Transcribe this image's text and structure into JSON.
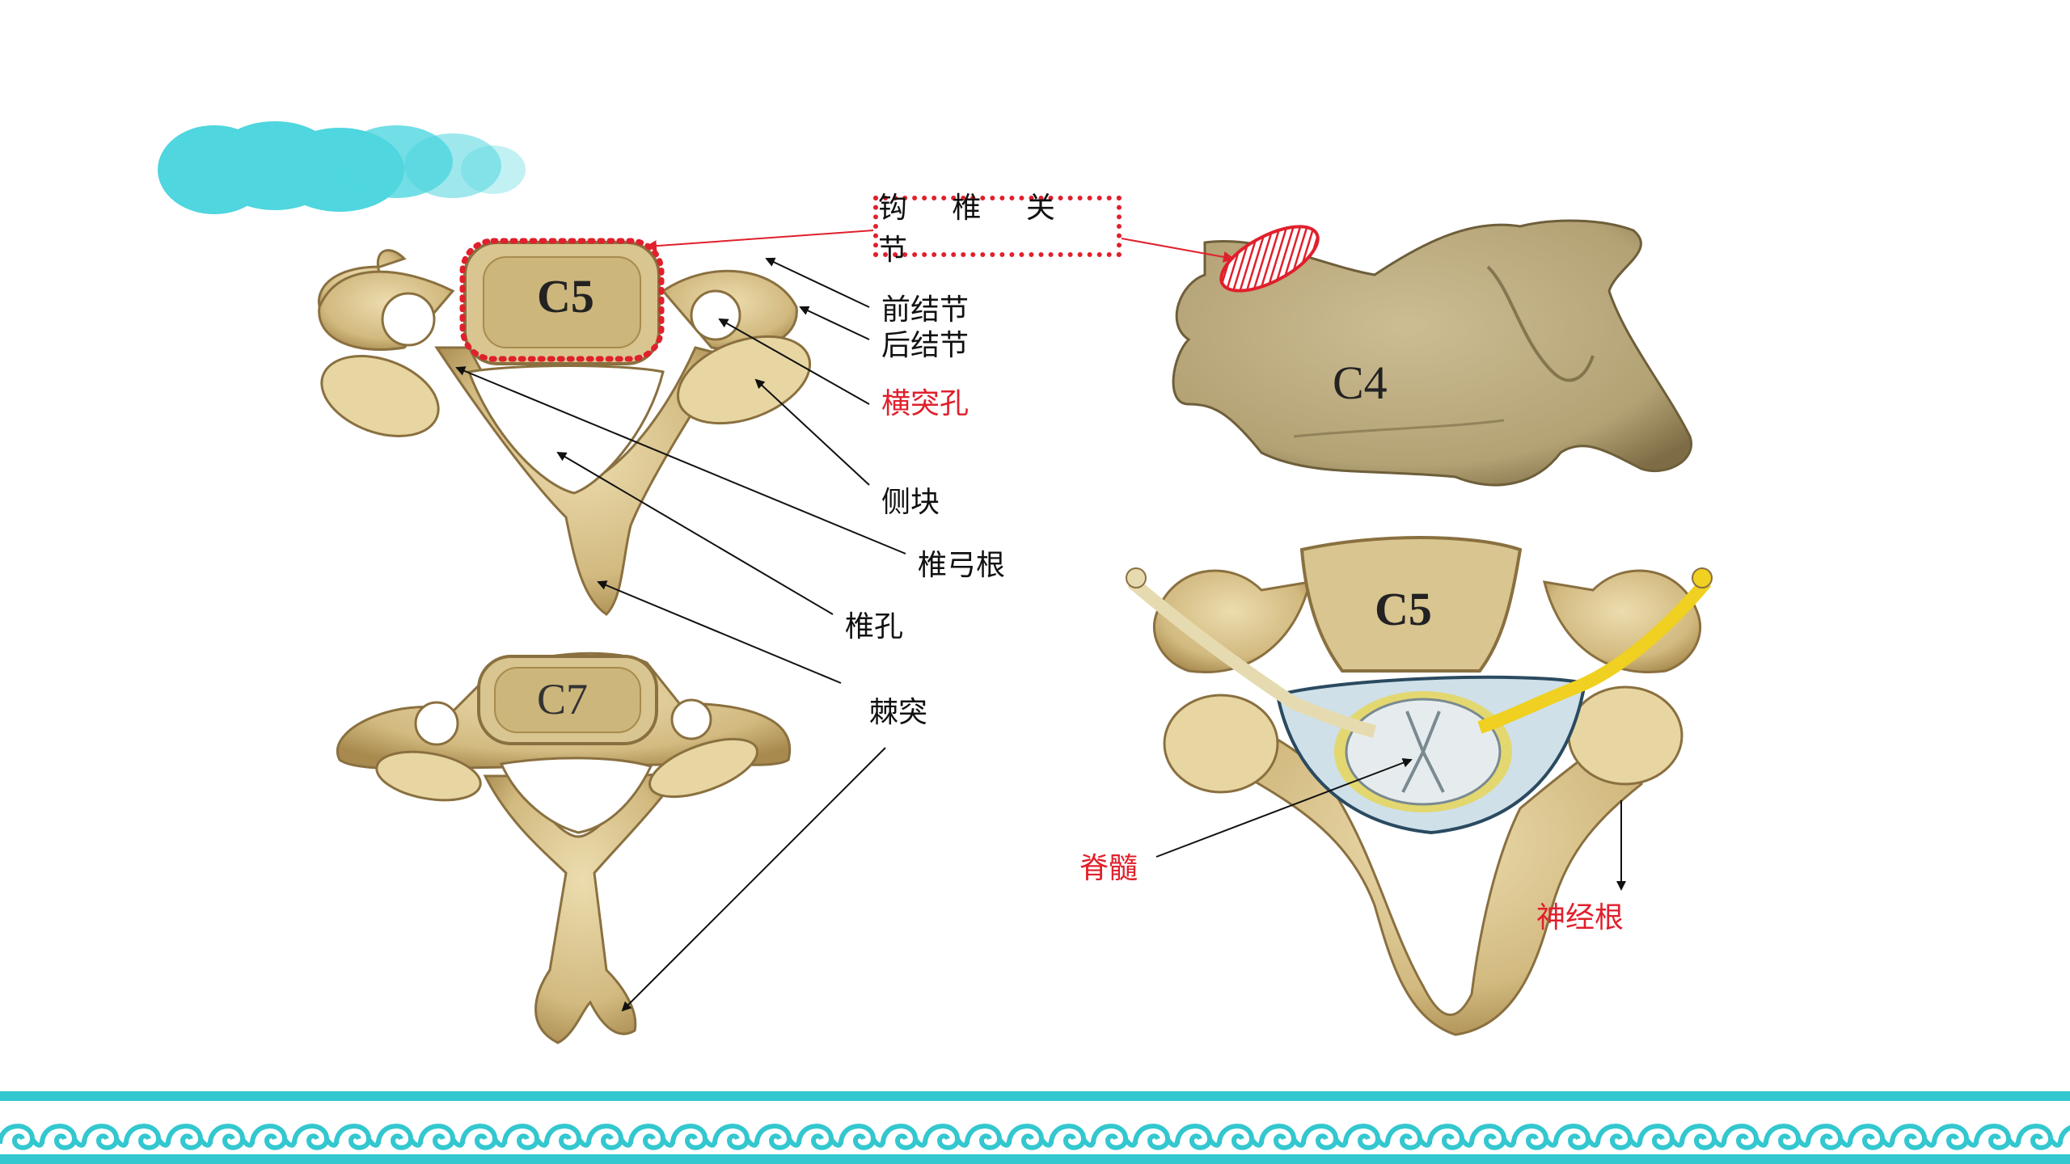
{
  "joint_label": "钩 椎 关 节",
  "vertebra_labels": {
    "c5_top": "C5",
    "c7": "C7",
    "c4": "C4",
    "c5_section": "C5"
  },
  "labels": {
    "anterior_tubercle": "前结节",
    "posterior_tubercle": "后结节",
    "transverse_foramen": "横突孔",
    "lateral_mass": "侧块",
    "pedicle": "椎弓根",
    "vertebral_foramen": "椎孔",
    "spinous_process": "棘突",
    "spinal_cord": "脊髓",
    "nerve_root": "神经根"
  },
  "colors": {
    "accent_teal": "#3fd0d8",
    "highlight_red": "#e0202c",
    "bone": "#d8c28a",
    "bone_dark": "#a88a4e",
    "nerve_yellow": "#f0d020"
  }
}
